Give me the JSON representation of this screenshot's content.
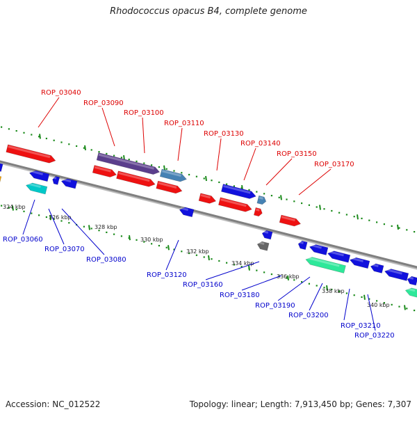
{
  "title": "Rhodococcus opacus B4, complete genome",
  "footer": {
    "accession_label": "Accession:",
    "accession": "NC_012522",
    "topology_label": "Topology:",
    "topology": "linear",
    "length_label": "Length:",
    "length": "7,913,450 bp",
    "genes_label": "Genes:",
    "genes": "7,307"
  },
  "colors": {
    "forward_label": "#dd0000",
    "reverse_label": "#0000cc",
    "backbone": "#808080",
    "forward_tick": "#1a8a1a",
    "reverse_tick": "#1a8a1a"
  },
  "ticks": [
    {
      "label": "324 kbp"
    },
    {
      "label": "326 kbp"
    },
    {
      "label": "328 kbp"
    },
    {
      "label": "330 kbp"
    },
    {
      "label": "332 kbp"
    },
    {
      "label": "334 kbp"
    },
    {
      "label": "336 kbp"
    },
    {
      "label": "338 kbp"
    },
    {
      "label": "340 kbp"
    }
  ],
  "genes_forward": [
    {
      "name": "ROP_03040",
      "color": "#ee1111"
    },
    {
      "name": "ROP_03090",
      "color": "#5a3e8c"
    },
    {
      "name": "ROP_03100",
      "color": "#4682b4"
    },
    {
      "name": "ROP_03110",
      "color": "#ee1111"
    },
    {
      "name": "ROP_03130",
      "color": "#ee1111"
    },
    {
      "name": "ROP_03140",
      "color": "#1111dd"
    },
    {
      "name": "ROP_03150",
      "color": "#4682b4"
    },
    {
      "name": "ROP_03170",
      "color": "#ee1111"
    }
  ],
  "genes_reverse": [
    {
      "name": "ROP_03060",
      "color": "#00c8c8"
    },
    {
      "name": "ROP_03070",
      "color": "#1111dd"
    },
    {
      "name": "ROP_03080",
      "color": "#1111dd"
    },
    {
      "name": "ROP_03120",
      "color": "#1111dd"
    },
    {
      "name": "ROP_03160",
      "color": "#666666"
    },
    {
      "name": "ROP_03180",
      "color": "#1111dd"
    },
    {
      "name": "ROP_03190",
      "color": "#2ee89a"
    },
    {
      "name": "ROP_03200",
      "color": "#1111dd"
    },
    {
      "name": "ROP_03210",
      "color": "#1111dd"
    },
    {
      "name": "ROP_03220",
      "color": "#2ee89a"
    }
  ]
}
